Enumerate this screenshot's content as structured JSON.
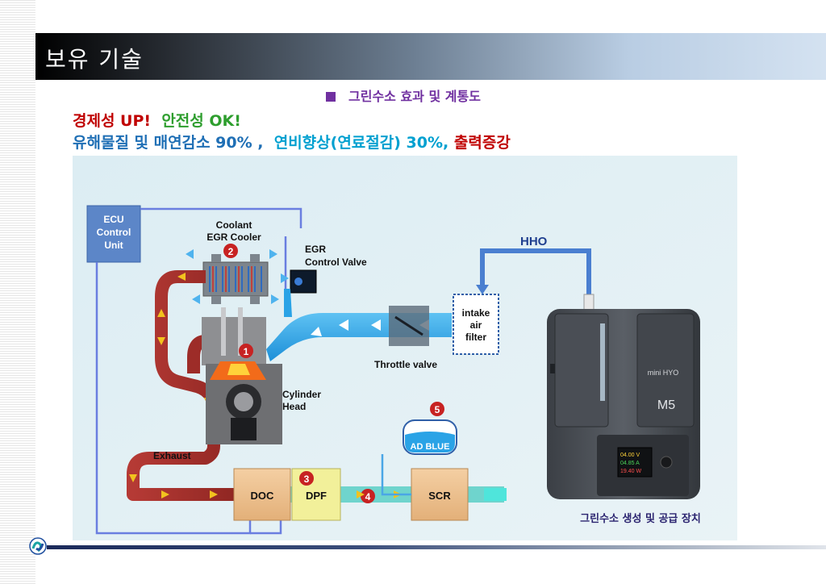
{
  "header": {
    "title": "보유 기술"
  },
  "subtitle": "그린수소 효과 및 계통도",
  "headline": {
    "economy": "경제성 UP!",
    "safety": "안전성 OK!",
    "emission": "유해물질 및 매연감소 90% ,",
    "fuel": "연비향상(연료절감) 30%,",
    "power": "출력증강"
  },
  "diagram": {
    "ecu": [
      "ECU",
      "Control",
      "Unit"
    ],
    "coolant": [
      "Coolant",
      "EGR Cooler"
    ],
    "egr_valve": [
      "EGR",
      "Control Valve"
    ],
    "hho": "HHO",
    "intake": [
      "intake",
      "air",
      "filter"
    ],
    "throttle": "Throttle valve",
    "cylinder": [
      "Cylinder",
      "Head"
    ],
    "exhaust": "Exhaust",
    "adblue": "AD BLUE",
    "doc": "DOC",
    "dpf": "DPF",
    "scr": "SCR",
    "badges": [
      "1",
      "2",
      "3",
      "4",
      "5"
    ],
    "device_label": "그린수소 생성 및 공급 장치",
    "device_model": "M5",
    "device_brand": "mini HYO",
    "device_readout": [
      "04.00 V",
      "04.85 A",
      "19.40 W"
    ]
  },
  "colors": {
    "title_purple": "#7030a0",
    "red": "#c00000",
    "green": "#2e9e2e",
    "blue": "#1f6fb5",
    "cyan": "#00a0d0",
    "flow_blue": "#2aa3e6",
    "exhaust_red": "#a8302d"
  }
}
